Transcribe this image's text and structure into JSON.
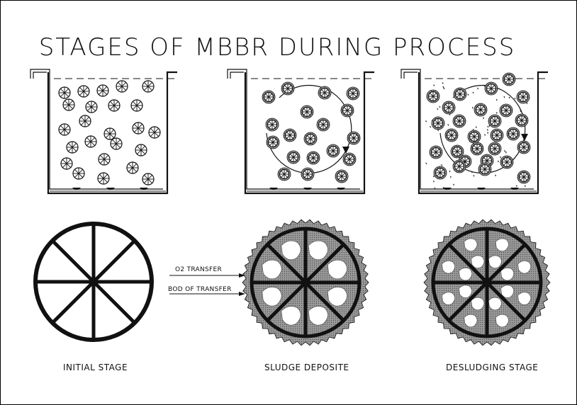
{
  "title": "STAGES OF MBBR DURING PROCESS",
  "stages": [
    {
      "caption": "INITIAL STAGE"
    },
    {
      "caption": "SLUDGE DEPOSITE"
    },
    {
      "caption": "DESLUDGING STAGE"
    }
  ],
  "labels": {
    "o2": "O2 TRANSFER",
    "bod": "BOD OF TRANSFER"
  },
  "colors": {
    "ink": "#111111",
    "sludge": "#8c8c8c"
  }
}
